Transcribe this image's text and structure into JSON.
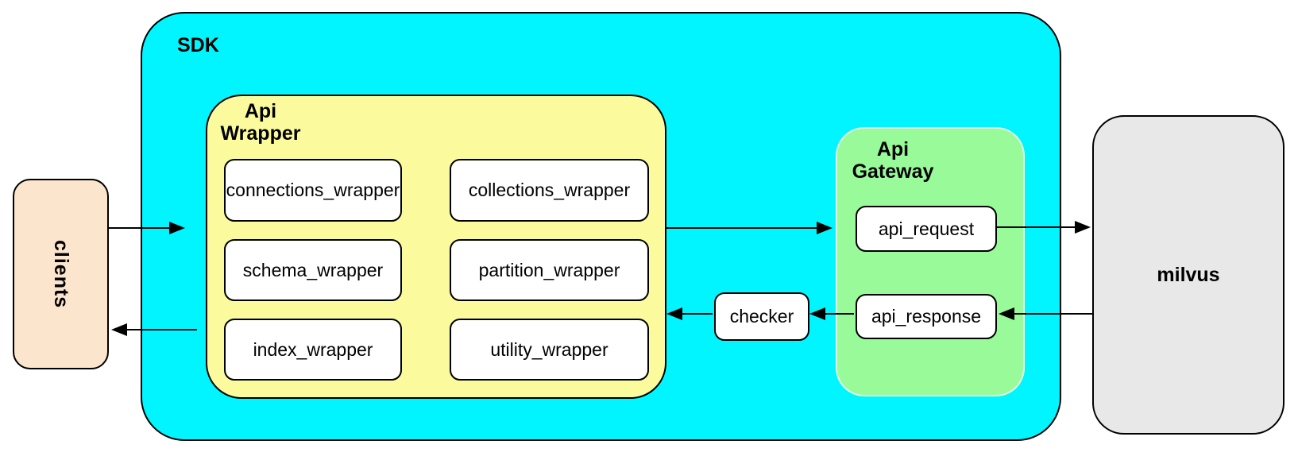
{
  "diagram": {
    "type": "architecture-flow",
    "clients": {
      "label": "clients",
      "fill": "#FCE5CD"
    },
    "sdk": {
      "label": "SDK",
      "fill": "#00F5FF"
    },
    "api_wrapper": {
      "label_line1": "Api",
      "label_line2": "Wrapper",
      "fill": "#FBFB9E",
      "items": [
        "connections_wrapper",
        "collections_wrapper",
        "schema_wrapper",
        "partition_wrapper",
        "index_wrapper",
        "utility_wrapper"
      ]
    },
    "checker": {
      "label": "checker",
      "fill": "#FFFFFF"
    },
    "api_gateway": {
      "label_line1": "Api",
      "label_line2": "Gateway",
      "fill": "#99FA99",
      "items": [
        "api_request",
        "api_response"
      ]
    },
    "milvus": {
      "label": "milvus",
      "fill": "#E8E8E8"
    },
    "colors": {
      "node_fill": "#FFFFFF",
      "border": "#000000",
      "background": "#FFFFFF"
    },
    "edges": [
      {
        "from": "clients",
        "to": "SDK"
      },
      {
        "from": "Api Wrapper",
        "to": "clients"
      },
      {
        "from": "Api Wrapper",
        "to": "Api Gateway"
      },
      {
        "from": "api_request",
        "to": "milvus"
      },
      {
        "from": "milvus",
        "to": "api_response"
      },
      {
        "from": "api_response",
        "to": "checker"
      },
      {
        "from": "checker",
        "to": "Api Wrapper"
      }
    ]
  }
}
